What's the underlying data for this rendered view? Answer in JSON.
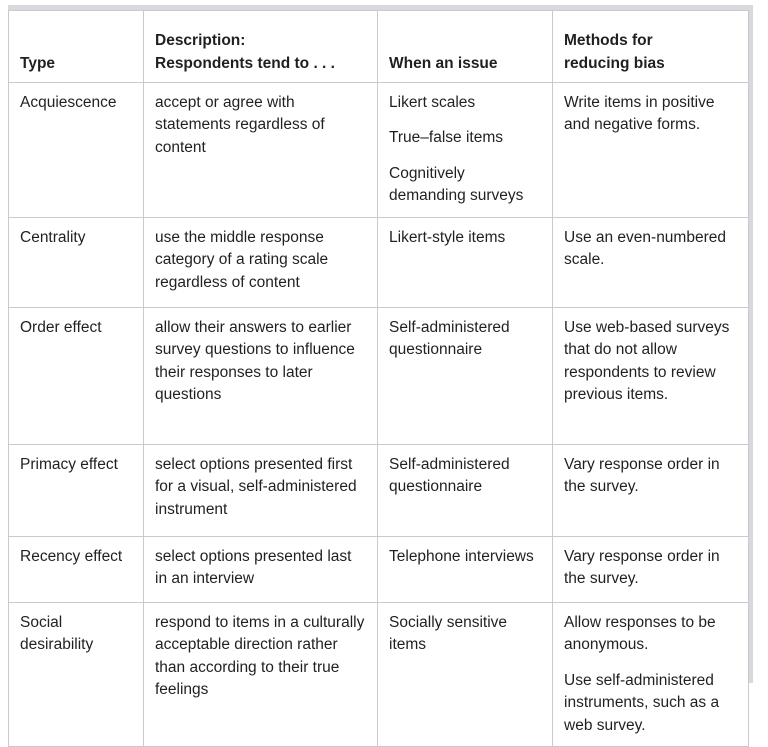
{
  "table": {
    "name": "response-bias-table",
    "columns": [
      {
        "id": "type",
        "header_lines": [
          "Type"
        ]
      },
      {
        "id": "description",
        "header_lines": [
          "Description:",
          "Respondents tend to . . ."
        ]
      },
      {
        "id": "when_issue",
        "header_lines": [
          "When an issue"
        ]
      },
      {
        "id": "methods",
        "header_lines": [
          "Methods for",
          "reducing bias"
        ]
      }
    ],
    "rows": [
      {
        "type": "Acquiescence",
        "description": [
          "accept or agree with statements regardless of content"
        ],
        "when_issue": [
          "Likert scales",
          "True–false items",
          "Cognitively demanding surveys"
        ],
        "methods": [
          "Write items in positive and negative forms."
        ]
      },
      {
        "type": "Centrality",
        "description": [
          "use the middle response category of a rating scale regardless of content"
        ],
        "when_issue": [
          "Likert-style items"
        ],
        "methods": [
          "Use an even-numbered scale."
        ]
      },
      {
        "type": "Order effect",
        "description": [
          "allow their answers to earlier survey questions to influence their responses to later questions"
        ],
        "when_issue": [
          "Self-administered questionnaire"
        ],
        "methods": [
          "Use web-based surveys that do not allow respondents to review previous items."
        ]
      },
      {
        "type": "Primacy effect",
        "description": [
          "select options presented first for a visual, self-administered instrument"
        ],
        "when_issue": [
          "Self-administered questionnaire"
        ],
        "methods": [
          "Vary response order in the survey."
        ]
      },
      {
        "type": "Recency effect",
        "description": [
          "select options presented last in an interview"
        ],
        "when_issue": [
          "Telephone interviews"
        ],
        "methods": [
          "Vary response order in the survey."
        ]
      },
      {
        "type": "Social desirability",
        "description": [
          "respond to items in a culturally acceptable direction rather than according to their true feelings"
        ],
        "when_issue": [
          "Socially sensitive items"
        ],
        "methods": [
          "Allow responses to be anonymous.",
          "Use self-administered instruments, such as a web survey."
        ]
      }
    ]
  },
  "colors": {
    "border": "#c9c9ce",
    "frame": "#d9d9dd",
    "text": "#231f20",
    "background": "#ffffff"
  }
}
